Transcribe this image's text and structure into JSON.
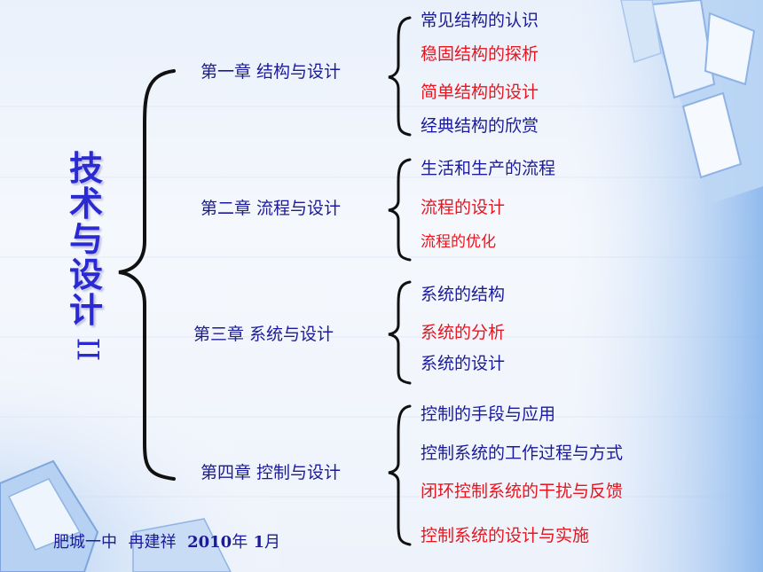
{
  "title": "技术与设计",
  "title_suffix": "II",
  "chapters": [
    {
      "label": "第一章  结构与设计",
      "sections": [
        {
          "text": "常见结构的认识",
          "color": "blue"
        },
        {
          "text": "稳固结构的探析",
          "color": "red"
        },
        {
          "text": "简单结构的设计",
          "color": "red"
        },
        {
          "text": "经典结构的欣赏",
          "color": "blue"
        }
      ]
    },
    {
      "label": "第二章    流程与设计",
      "sections": [
        {
          "text": "生活和生产的流程",
          "color": "blue"
        },
        {
          "text": "流程的设计",
          "color": "red"
        },
        {
          "text": "流程的优化",
          "color": "red"
        }
      ]
    },
    {
      "label": "第三章   系统与设计",
      "sections": [
        {
          "text": "系统的结构",
          "color": "blue"
        },
        {
          "text": "系统的分析",
          "color": "red"
        },
        {
          "text": "系统的设计",
          "color": "blue"
        }
      ]
    },
    {
      "label": "第四章   控制与设计",
      "sections": [
        {
          "text": "控制的手段与应用",
          "color": "blue"
        },
        {
          "text": "控制系统的工作过程与方式",
          "color": "blue"
        },
        {
          "text": "闭环控制系统的干扰与反馈",
          "color": "red"
        },
        {
          "text": "控制系统的设计与实施",
          "color": "red"
        }
      ]
    }
  ],
  "footer": {
    "school": "肥城一中",
    "author": "冉建祥",
    "year": "2010",
    "year_unit": "年",
    "month": "1",
    "month_unit": "月"
  }
}
